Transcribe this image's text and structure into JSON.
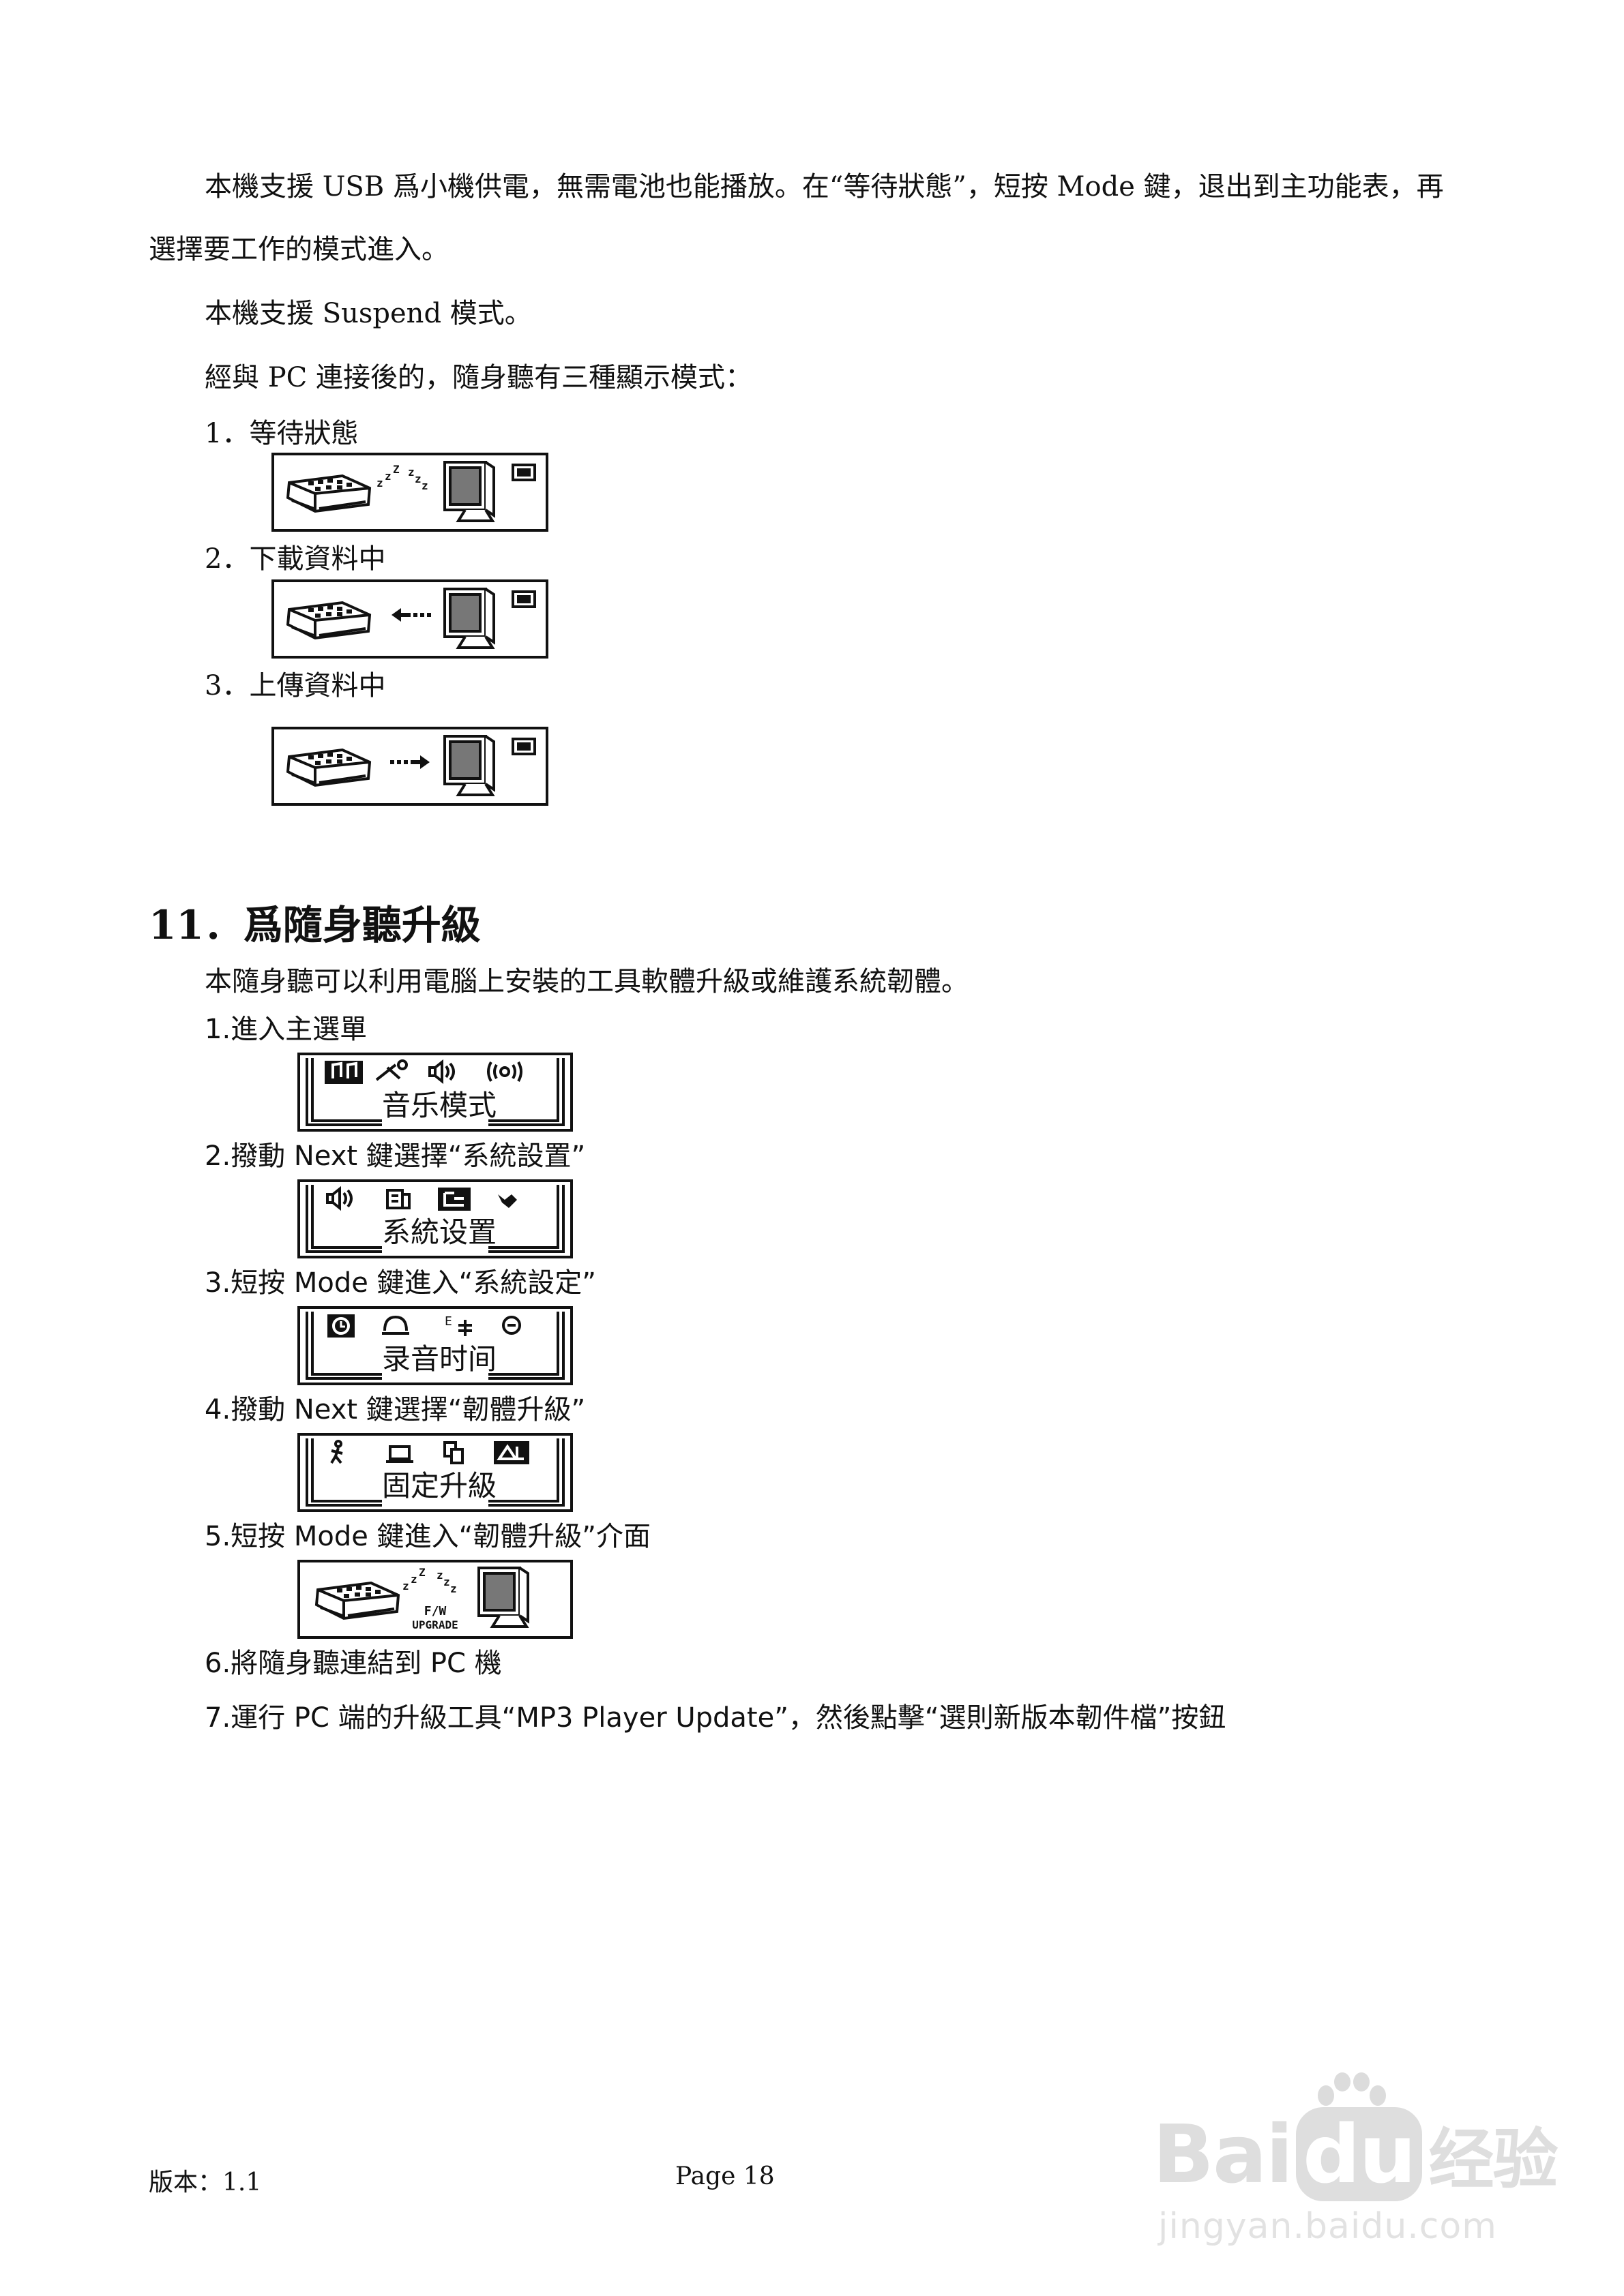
{
  "intro": {
    "p1_line1": "本機支援 USB 爲小機供電，無需電池也能播放。在“等待狀態”，短按 Mode 鍵，退出到主功能表，再",
    "p1_line2": "選擇要工作的模式進入。",
    "p2": "本機支援 Suspend 模式。",
    "p3": "經與 PC 連接後的，隨身聽有三種顯示模式："
  },
  "modes": [
    {
      "label": "1．等待狀態"
    },
    {
      "label": "2．下載資料中"
    },
    {
      "label": "3．上傳資料中"
    }
  ],
  "section": {
    "heading": "11．爲隨身聽升級",
    "intro": "本隨身聽可以利用電腦上安裝的工具軟體升級或維護系統韌體。"
  },
  "steps": [
    {
      "label": "1.進入主選單",
      "screen_text": "音乐模式"
    },
    {
      "label": "2.撥動 Next 鍵選擇“系統設置”",
      "screen_text": "系統设置"
    },
    {
      "label": "3.短按 Mode 鍵進入“系統設定”",
      "screen_text": "录音时间"
    },
    {
      "label": "4.撥動 Next 鍵選擇“韌體升級”",
      "screen_text": "固定升級"
    },
    {
      "label": "5.短按 Mode 鍵進入“韌體升級”介面",
      "screen_text": "F/W UPGRADE"
    },
    {
      "label": "6.將隨身聽連結到 PC 機"
    },
    {
      "label": "7.運行 PC 端的升級工具“MP3 Player Update”，然後點擊“選則新版本韌件檔”按鈕"
    }
  ],
  "upgrade_screen": {
    "line1": "F/W",
    "line2": "UPGRADE"
  },
  "footer": {
    "version": "版本：1.1",
    "page": "Page 18"
  },
  "watermark": {
    "brand": "Bai",
    "brand2": "du",
    "suffix": "经验",
    "url": "jingyan.baidu.com"
  }
}
